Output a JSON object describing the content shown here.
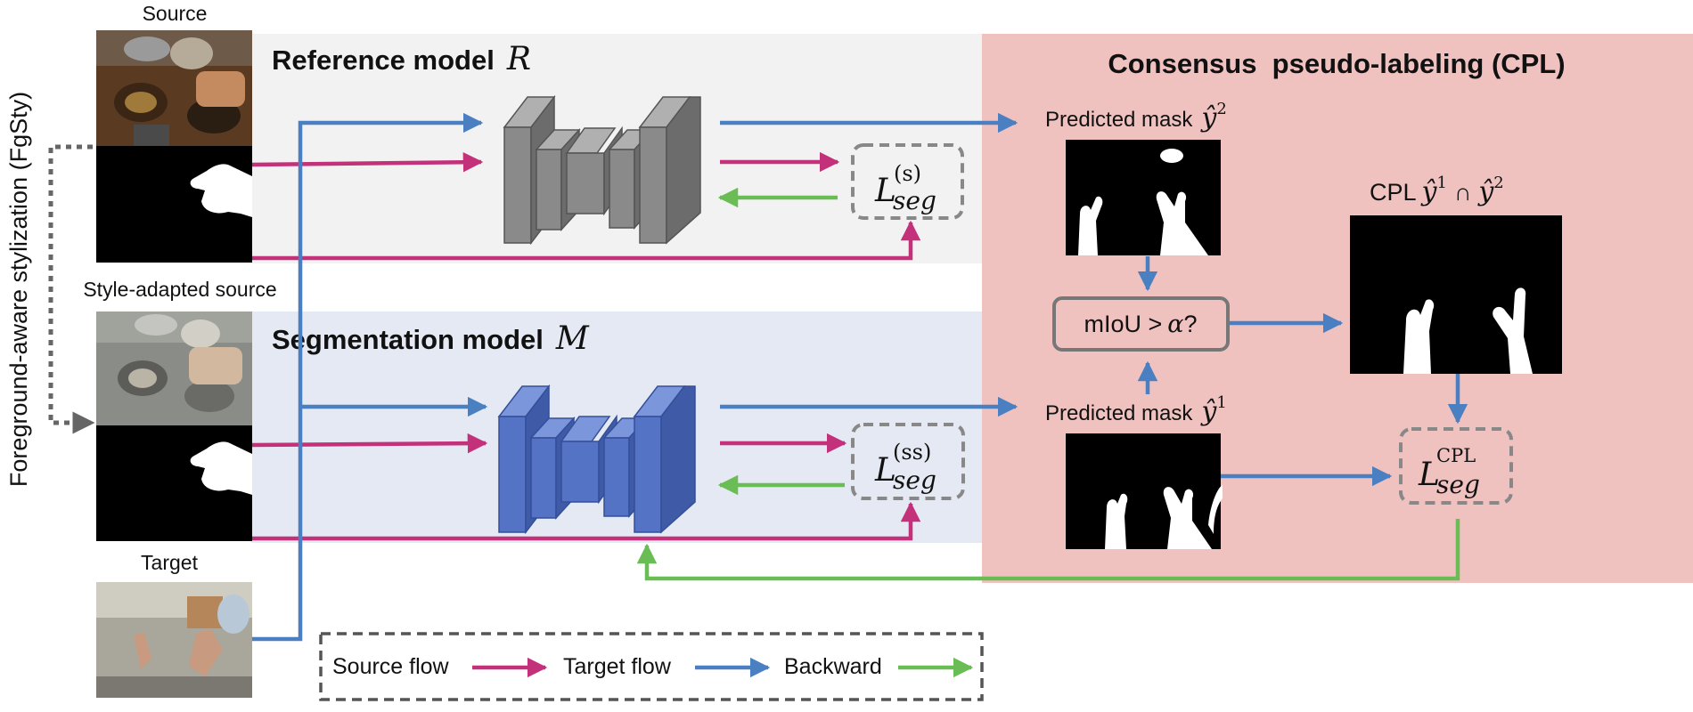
{
  "labels": {
    "source": "Source",
    "style_adapted_source": "Style-adapted source",
    "target": "Target",
    "fgsty": "Foreground-aware stylization (FgSty)"
  },
  "reference_model": {
    "title": "Reference model",
    "symbol": "R"
  },
  "segmentation_model": {
    "title": "Segmentation model",
    "symbol": "M"
  },
  "cpl": {
    "title": "Consensus  pseudo-labeling (CPL)",
    "predicted_mask_label": "Predicted mask",
    "y2": "2",
    "y1": "1",
    "cpl_label": "CPL",
    "miou_prefix": "mIoU >",
    "alpha": "α",
    "miou_suffix": "?"
  },
  "losses": {
    "base": "L",
    "seg": "seg",
    "s_sup": "(s)",
    "ss_sup": "(ss)",
    "cpl_sup": "CPL"
  },
  "legend": {
    "source_flow": "Source flow",
    "target_flow": "Target flow",
    "backward": "Backward"
  },
  "colors": {
    "source_flow": "#c2317a",
    "target_flow": "#4a7fc1",
    "backward": "#6abd55",
    "reference_panel": "#f2f2f2",
    "segmentation_panel": "#e5e9f4",
    "cpl_panel": "#efc2c0",
    "reference_block": "#8a8a8a",
    "segmentation_block": "#5573c4"
  },
  "icons": {
    "source_image": "kitchen-photo",
    "source_mask": "hand-mask",
    "style_image": "stylized-kitchen-photo",
    "target_image": "egocentric-hands-photo"
  }
}
